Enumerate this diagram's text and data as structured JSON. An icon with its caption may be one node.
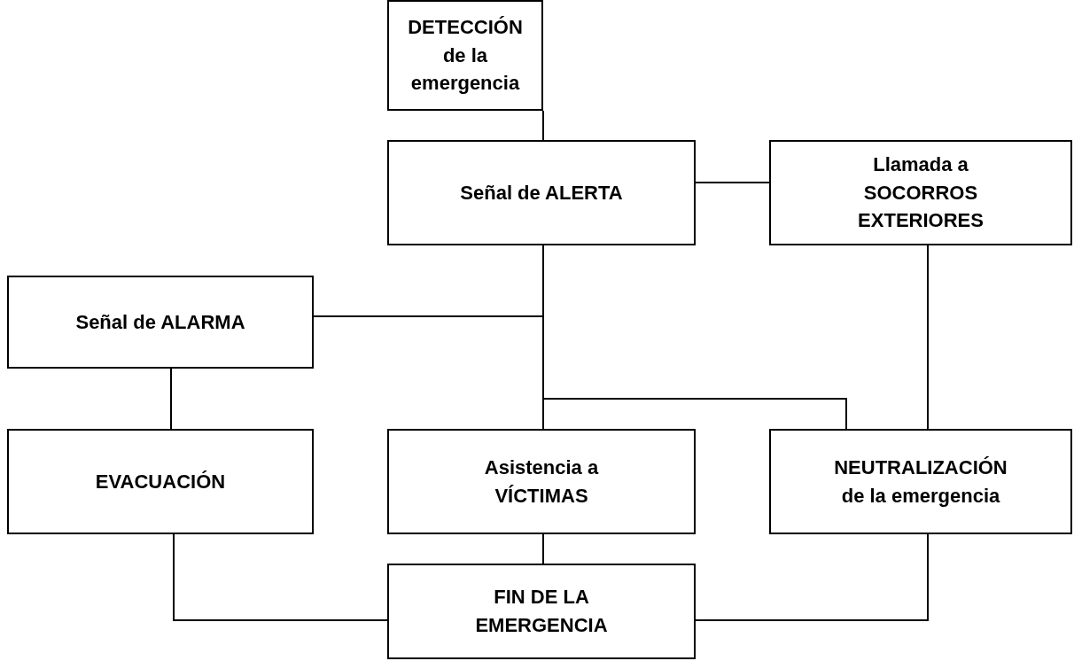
{
  "diagram": {
    "nodes": [
      {
        "text": [
          "DETECCIÓN de la emergencia"
        ]
      },
      {
        "text": [
          "Señal de ALERTA"
        ]
      },
      {
        "text": [
          "Llamada a SOCORROS EXTERIORES"
        ]
      },
      {
        "text": [
          "Señal de ALARMA"
        ]
      },
      {
        "text": [
          "EVACUACIÓN"
        ]
      },
      {
        "text": [
          "Asistencia a VÍCTIMAS"
        ]
      },
      {
        "text": [
          "NEUTRALIZACIÓN de la emergencia"
        ]
      },
      {
        "text": [
          "FIN DE LA EMERGENCIA"
        ]
      }
    ],
    "edges": [
      {
        "from": 0,
        "to": 1,
        "arrow": "none"
      },
      {
        "from": 1,
        "to": 2,
        "arrow": "none"
      },
      {
        "from": 1,
        "to": 3,
        "arrow": "none"
      },
      {
        "from": 1,
        "to": 5,
        "arrow": "none"
      },
      {
        "from": 1,
        "to": 6,
        "arrow": "none"
      },
      {
        "from": 2,
        "to": 6,
        "arrow": "none"
      },
      {
        "from": 3,
        "to": 4,
        "arrow": "none"
      },
      {
        "from": 4,
        "to": 7,
        "arrow": "none"
      },
      {
        "from": 5,
        "to": 7,
        "arrow": "none"
      },
      {
        "from": 6,
        "to": 7,
        "arrow": "none"
      }
    ]
  }
}
